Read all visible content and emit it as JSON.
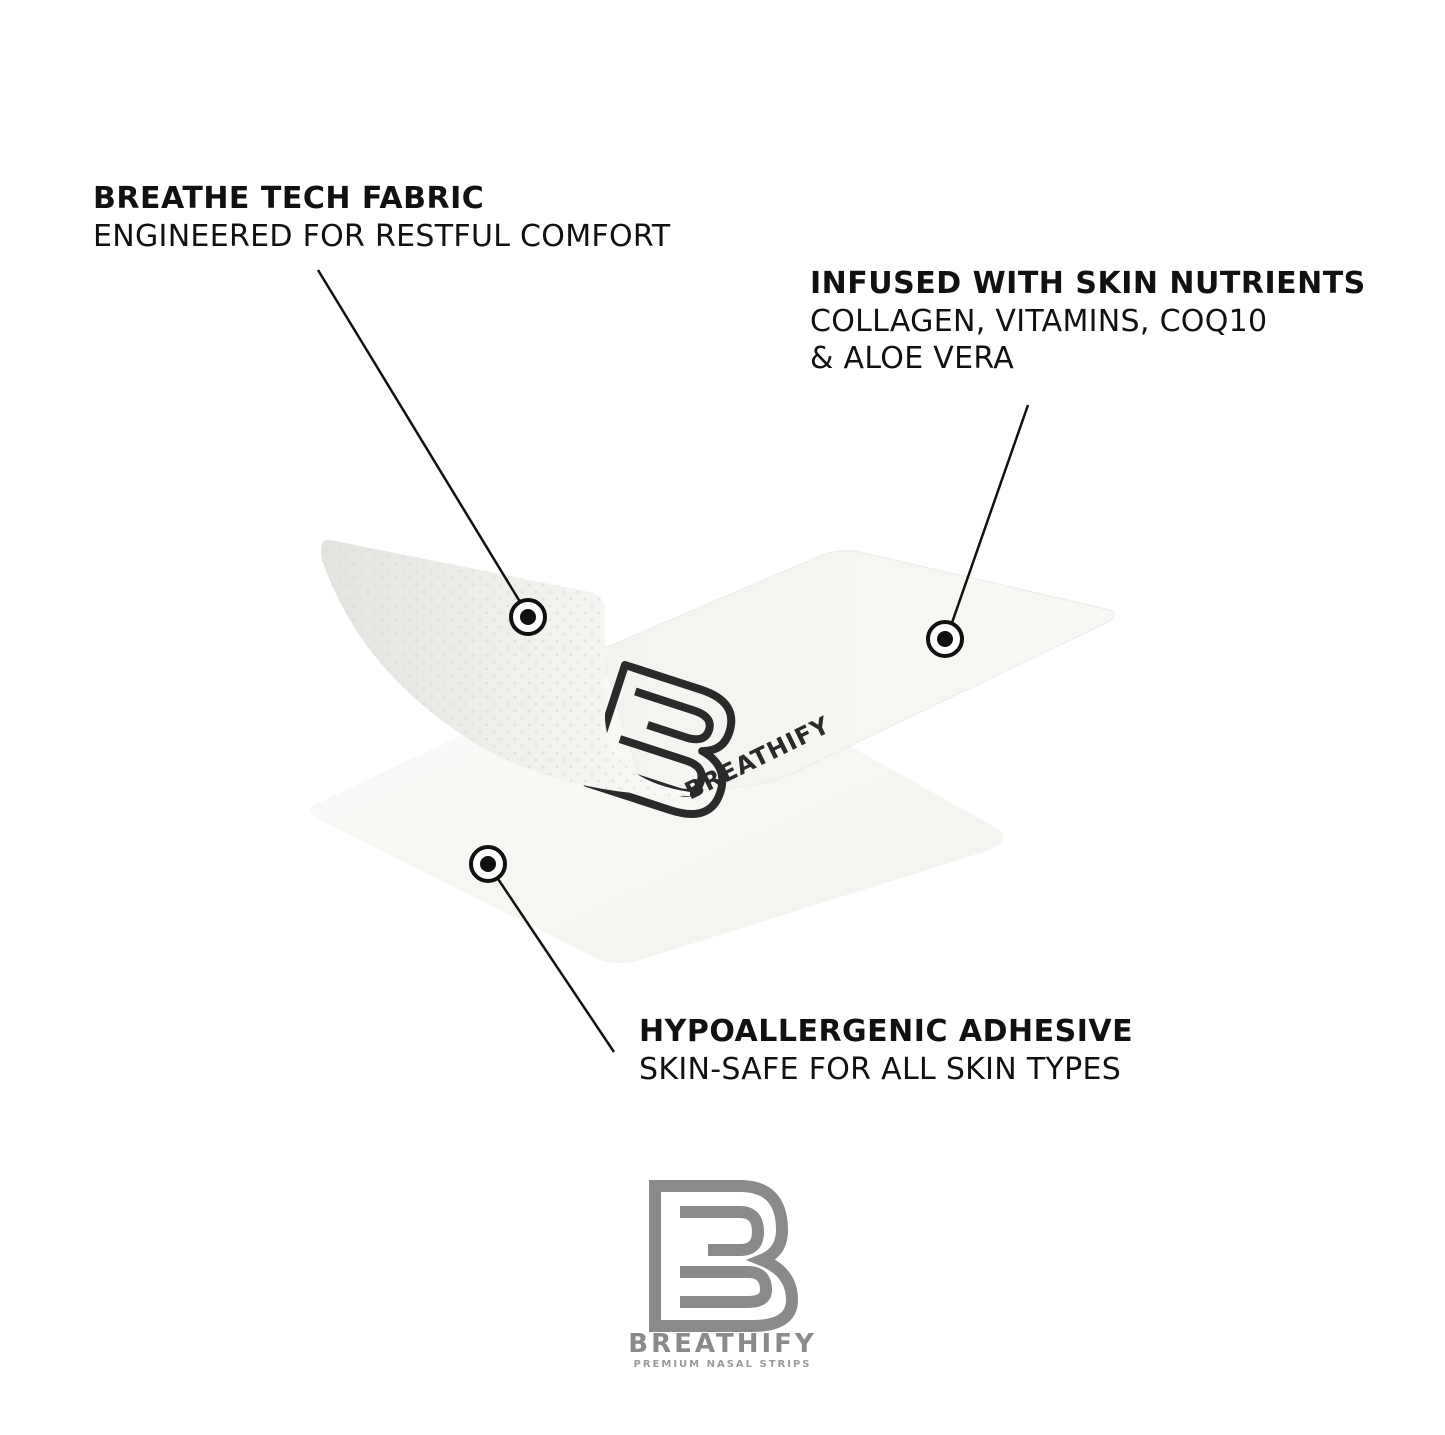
{
  "callouts": {
    "fabric": {
      "title": "BREATHE TECH FABRIC",
      "lines": [
        "ENGINEERED FOR RESTFUL COMFORT"
      ]
    },
    "nutrients": {
      "title": "INFUSED WITH SKIN NUTRIENTS",
      "lines": [
        "COLLAGEN, VITAMINS, COQ10",
        "& ALOE VERA"
      ]
    },
    "adhesive": {
      "title": "HYPOALLERGENIC ADHESIVE",
      "lines": [
        "SKIN-SAFE FOR ALL SKIN TYPES"
      ]
    }
  },
  "strip": {
    "logo_text": "BREATHIFY"
  },
  "brand": {
    "name": "BREATHIFY",
    "tagline": "PREMIUM NASAL STRIPS"
  },
  "colors": {
    "text": "#111111",
    "logo_gray": "#8a8a8a",
    "strip_white": "#f7f6f3"
  }
}
